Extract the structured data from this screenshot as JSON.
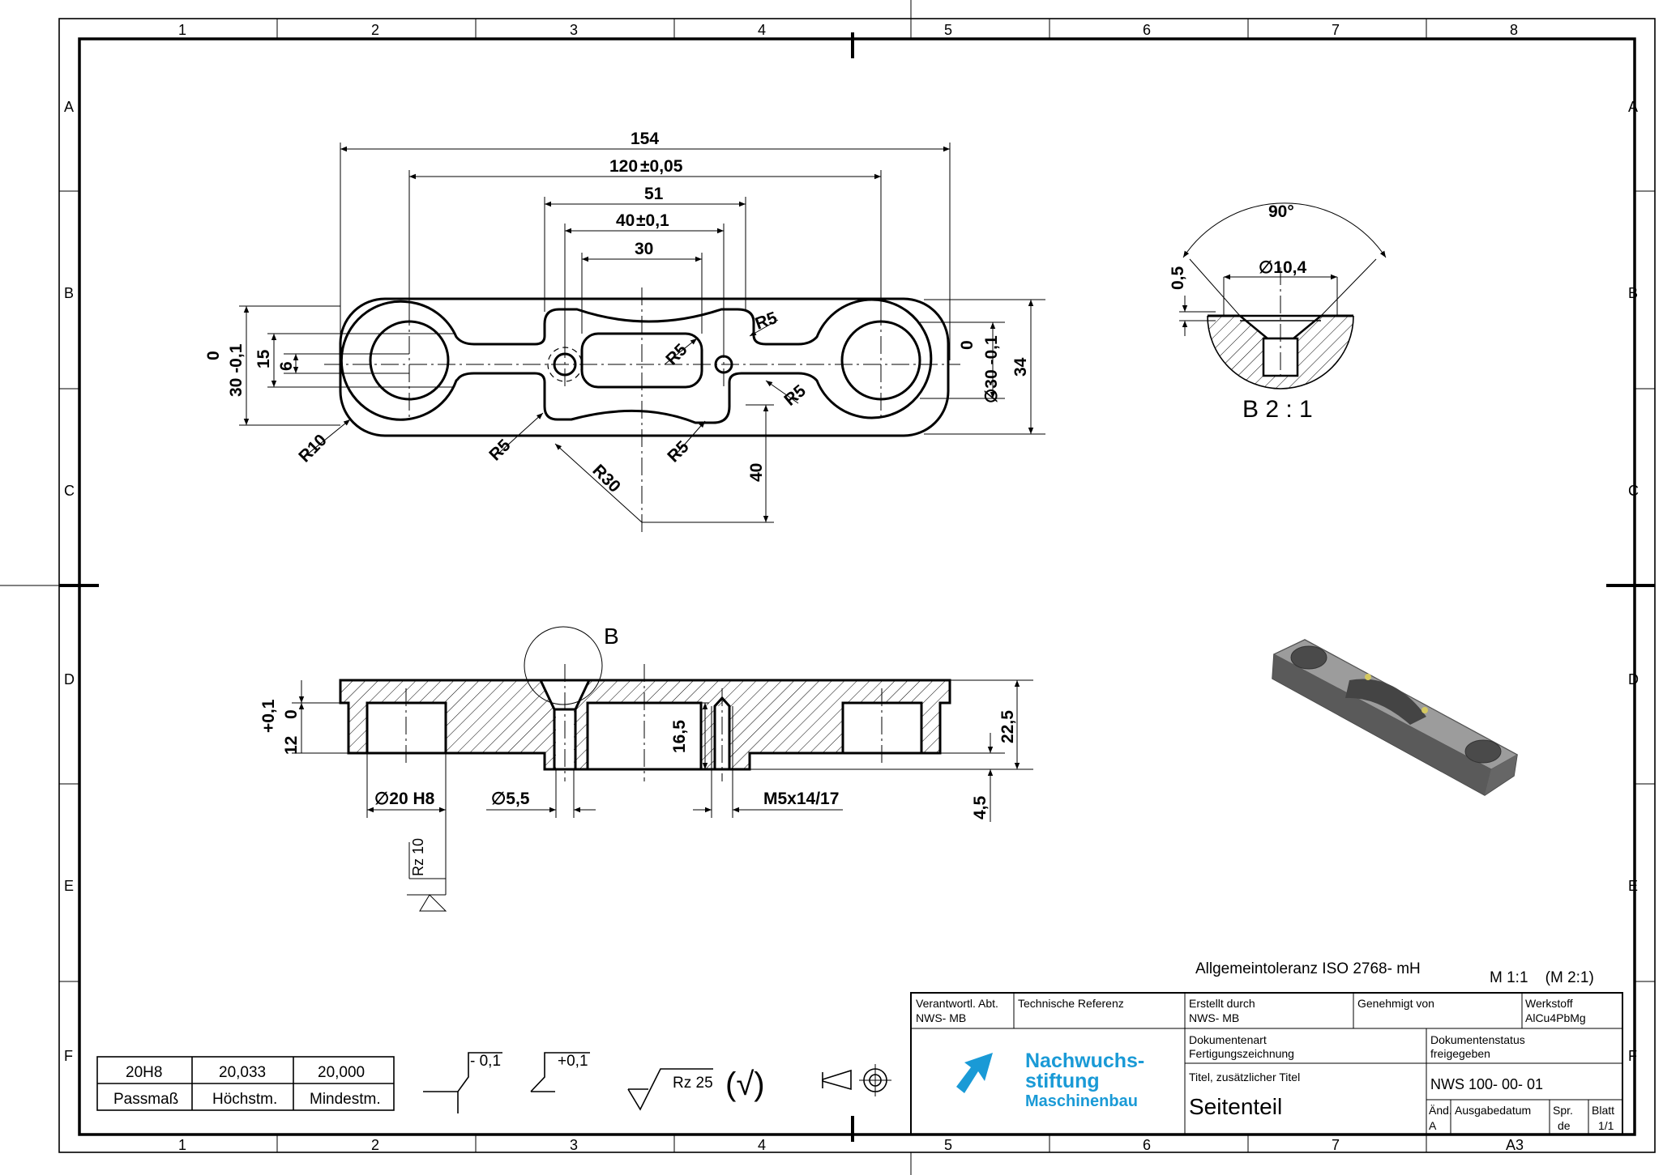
{
  "zones": {
    "columns": [
      "1",
      "2",
      "3",
      "4",
      "5",
      "6",
      "7",
      "8"
    ],
    "rows": [
      "A",
      "B",
      "C",
      "D",
      "E",
      "F"
    ],
    "sheet_format": "A3"
  },
  "top_view": {
    "dims": {
      "d154": "154",
      "d120": "120",
      "d120_tol": "±0,05",
      "d51": "51",
      "d40": "40",
      "d40_tol": "±0,1",
      "d30": "30",
      "left_tol_upper": "0",
      "left_tol_lower": "30 -0,1",
      "d15": "15",
      "d6": "6",
      "right_tol_upper": "0",
      "right_dia": "∅30 -0,1",
      "d34": "34",
      "r10": "R10",
      "r5_a": "R5",
      "r5_b": "R5",
      "r5_c": "R5",
      "r5_d": "R5",
      "r5_e": "R5",
      "r30": "R30",
      "d40v": "40"
    }
  },
  "detail_b": {
    "angle": "90°",
    "depth": "0,5",
    "dia": "∅10,4",
    "label": "B 2 : 1"
  },
  "section": {
    "circle_label": "B",
    "tol_plus": "+0,1",
    "tol_zero": "0",
    "depth12": "12",
    "d20h8": "∅20 H8",
    "d55": "∅5,5",
    "m5": "M5x14/17",
    "d165": "16,5",
    "d225": "22,5",
    "d45": "4,5",
    "rz10": "Rz 10"
  },
  "general": {
    "tolerance": "Allgemeintoleranz ISO 2768- mH",
    "scale": "M 1:1    (M 2:1)"
  },
  "fit_table": {
    "row1": [
      "20H8",
      "20,033",
      "20,000"
    ],
    "row2": [
      "Passmaß",
      "Höchstm.",
      "Mindestm."
    ]
  },
  "symbols": {
    "tol_minus": "- 0,1",
    "tol_plus": "+0,1",
    "rz25": "Rz 25",
    "check": "(√)"
  },
  "title_block": {
    "responsible_label": "Verantwortl. Abt.",
    "responsible_value": "NWS- MB",
    "tech_ref_label": "Technische Referenz",
    "created_label": "Erstellt durch",
    "created_value": "NWS- MB",
    "approved_label": "Genehmigt von",
    "material_label": "Werkstoff",
    "material_value": "AlCu4PbMg",
    "doctype_label": "Dokumentenart",
    "doctype_value": "Fertigungszeichnung",
    "docstatus_label": "Dokumentenstatus",
    "docstatus_value": "freigegeben",
    "title_label": "Titel, zusätzlicher Titel",
    "title_value": "Seitenteil",
    "doc_number": "NWS 100- 00- 01",
    "rev_label": "Änd.",
    "rev_value": "A",
    "issue_label": "Ausgabedatum",
    "lang_label": "Spr.",
    "lang_value": "de",
    "sheet_label": "Blatt",
    "sheet_value": "1/1",
    "logo_line1": "Nachwuchs-",
    "logo_line2": "stiftung",
    "logo_line3": "Maschinenbau",
    "logo_color": "#1a9ad6"
  }
}
